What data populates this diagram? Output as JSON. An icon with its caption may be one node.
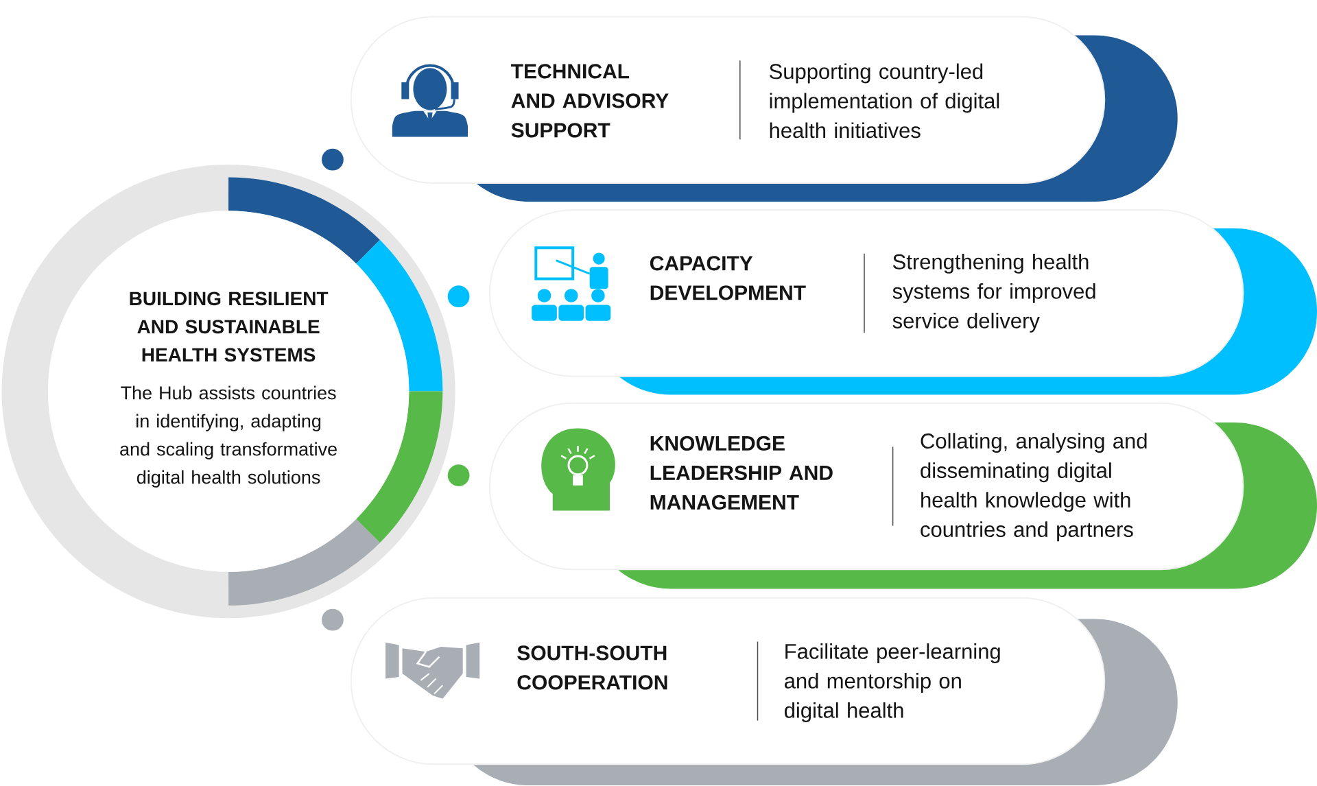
{
  "diagram": {
    "nodes": [
      {
        "text": [
          "BUILDING RESILIENT AND SUSTAINABLE HEALTH SYSTEMS",
          "The Hub assists countries in identifying, adapting and scaling transformative digital health solutions"
        ]
      },
      {
        "text": [
          "TECHNICAL AND ADVISORY SUPPORT",
          "Supporting country-led implementation of digital health initiatives"
        ]
      },
      {
        "text": [
          "CAPACITY DEVELOPMENT",
          "Strengthening health systems for improved service delivery"
        ]
      },
      {
        "text": [
          "KNOWLEDGE LEADERSHIP AND MANAGEMENT",
          "Collating, analysing and disseminating digital health knowledge with countries and partners"
        ]
      },
      {
        "text": [
          "SOUTH-SOUTH COOPERATION",
          "Facilitate peer-learning and mentorship on digital health"
        ]
      }
    ]
  }
}
